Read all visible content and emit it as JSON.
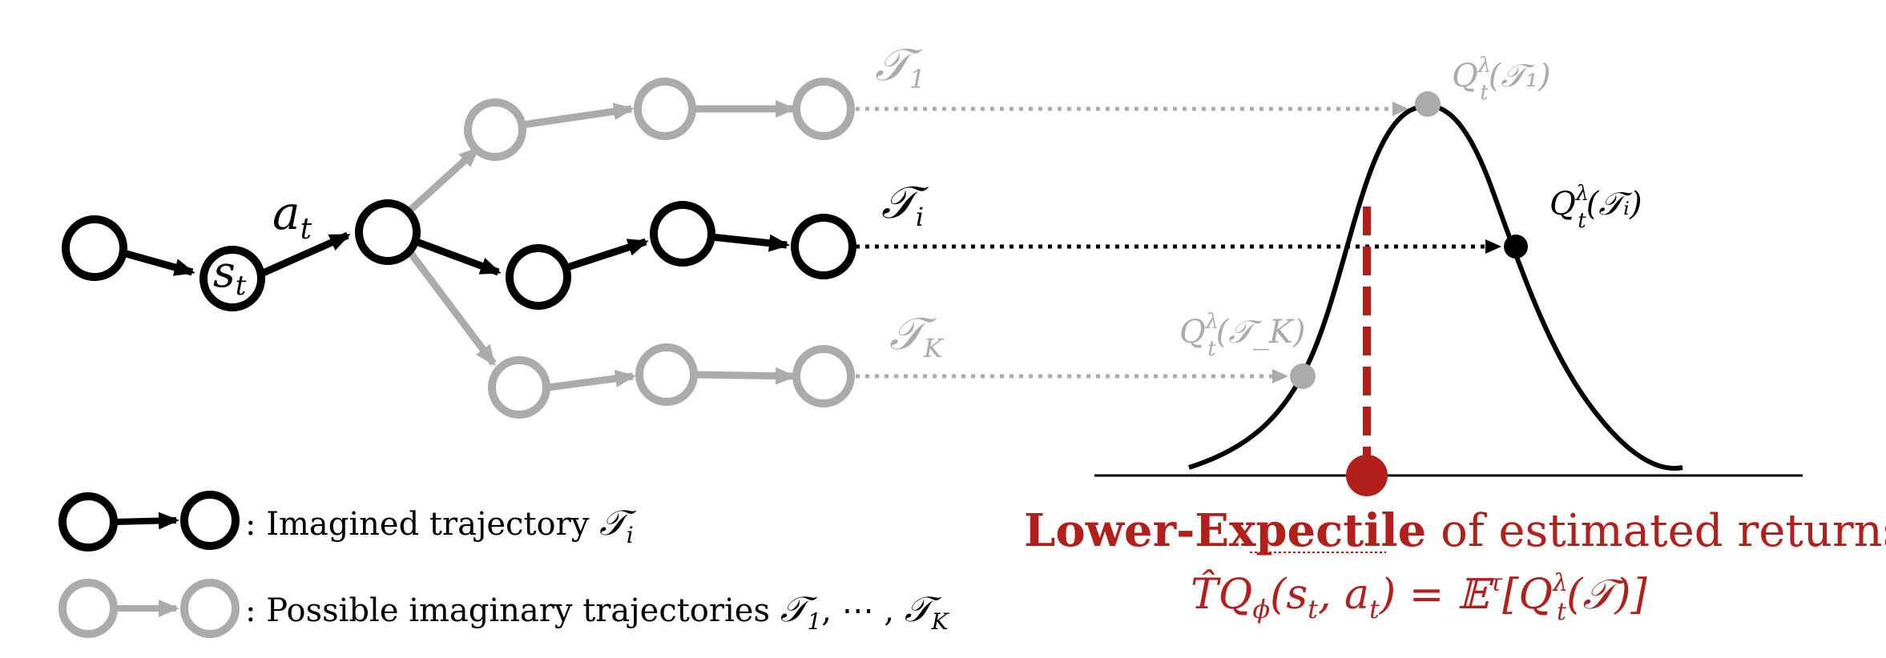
{
  "colors": {
    "main": "#000000",
    "faded": "#ababab",
    "accent": "#b3201c"
  },
  "labels": {
    "state": "s",
    "state_sub": "t",
    "action": "a",
    "action_sub": "t",
    "traj_1": "𝒯",
    "traj_1_sub": "1",
    "traj_i": "𝒯",
    "traj_i_sub": "i",
    "traj_k": "𝒯",
    "traj_k_sub": "K"
  },
  "distribution": {
    "q1_label": "Q",
    "q1_sup": "λ",
    "q1_sub": "t",
    "q1_arg": "(𝒯₁)",
    "qi_label": "Q",
    "qi_sup": "λ",
    "qi_sub": "t",
    "qi_arg": "(𝒯ᵢ)",
    "qk_label": "Q",
    "qk_sup": "λ",
    "qk_sub": "t",
    "qk_arg": "(𝒯_K)"
  },
  "caption": {
    "bold": "Lower-Expectile",
    "rest": " of estimated returns",
    "formula_lhs": "T̂Q",
    "formula_phi": "ϕ",
    "formula_args": "(s",
    "formula_args2": ", a",
    "formula_args3": ") = 𝔼",
    "formula_tau": "τ",
    "formula_rhs": "[Q",
    "formula_rhs_sup": "λ",
    "formula_rhs_sub": "t",
    "formula_rhs_end": "(𝒯)]"
  },
  "legend": {
    "imagined_prefix": ":  Imagined trajectory ",
    "imagined_sym": "𝒯",
    "imagined_sub": "i",
    "possible_prefix": ":  Possible imaginary trajectories ",
    "possible_sym1": "𝒯",
    "possible_sub1": "1",
    "possible_mid": ", ⋯ , ",
    "possible_sym2": "𝒯",
    "possible_sub2": "K"
  }
}
